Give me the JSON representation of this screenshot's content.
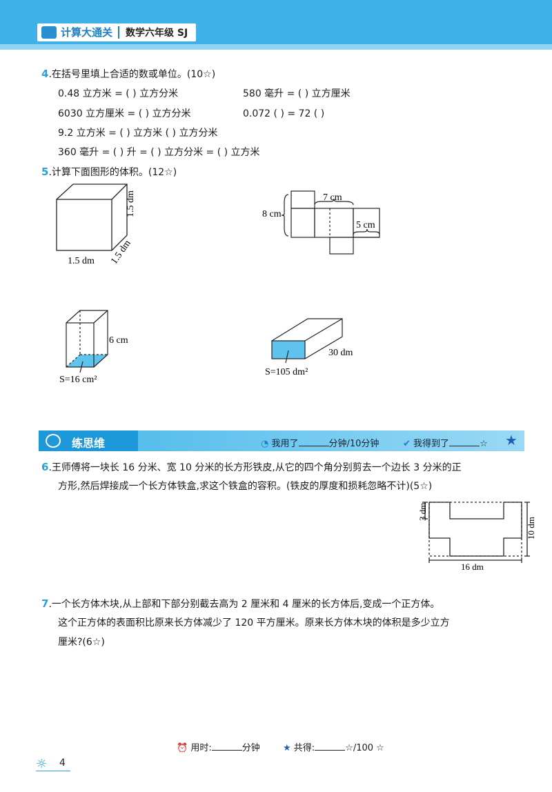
{
  "header": {
    "title": "计算大通关",
    "subtitle": "数学六年级 SJ"
  },
  "q4": {
    "number": "4",
    "prompt": ".在括号里填上合适的数或单位。(10☆)",
    "lines": [
      "0.48 立方米 = (        ) 立方分米",
      "580 毫升 = (        ) 立方厘米",
      "6030 立方厘米 = (        ) 立方分米",
      "0.072 (        ) = 72 (        )",
      "9.2 立方米 = (        ) 立方米 (        ) 立方分米",
      "360 毫升 = (        ) 升 = (        ) 立方分米 = (        ) 立方米"
    ]
  },
  "q5": {
    "number": "5",
    "prompt": ".计算下面图形的体积。(12☆)",
    "cube": {
      "height": "1.5 dm",
      "depth": "1.5 dm",
      "width": "1.5 dm"
    },
    "net": {
      "side": "8 cm",
      "top": "7 cm",
      "small": "5 cm"
    },
    "prism1": {
      "height": "6 cm",
      "area": "S=16 cm²"
    },
    "prism2": {
      "length": "30 dm",
      "area": "S=105 dm²"
    }
  },
  "section": {
    "title": "练思维",
    "used": "我用了",
    "used_suffix": "分钟/10分钟",
    "got": "我得到了",
    "star": "☆"
  },
  "q6": {
    "number": "6",
    "line1": ".王师傅将一块长 16 分米、宽 10 分米的长方形铁皮,从它的四个角分别剪去一个边长 3 分米的正",
    "line2": "方形,然后焊接成一个长方体铁盒,求这个铁盒的容积。(铁皮的厚度和损耗忽略不计)(5☆)",
    "diagram": {
      "corner": "3 dm",
      "width": "10 dm",
      "length": "16 dm"
    }
  },
  "q7": {
    "number": "7",
    "line1": ".一个长方体木块,从上部和下部分别截去高为 2 厘米和 4 厘米的长方体后,变成一个正方体。",
    "line2": "这个正方体的表面积比原来长方体减少了 120 平方厘米。原来长方体木块的体积是多少立方",
    "line3": "厘米?(6☆)"
  },
  "footer": {
    "time_label": "用时:",
    "time_unit": "分钟",
    "score_label": "共得:",
    "score_suffix": "☆/100 ☆",
    "page": "4"
  },
  "colors": {
    "accent": "#3fb0e8",
    "fill": "#5ec4ee",
    "number": "#2a9fd8"
  }
}
